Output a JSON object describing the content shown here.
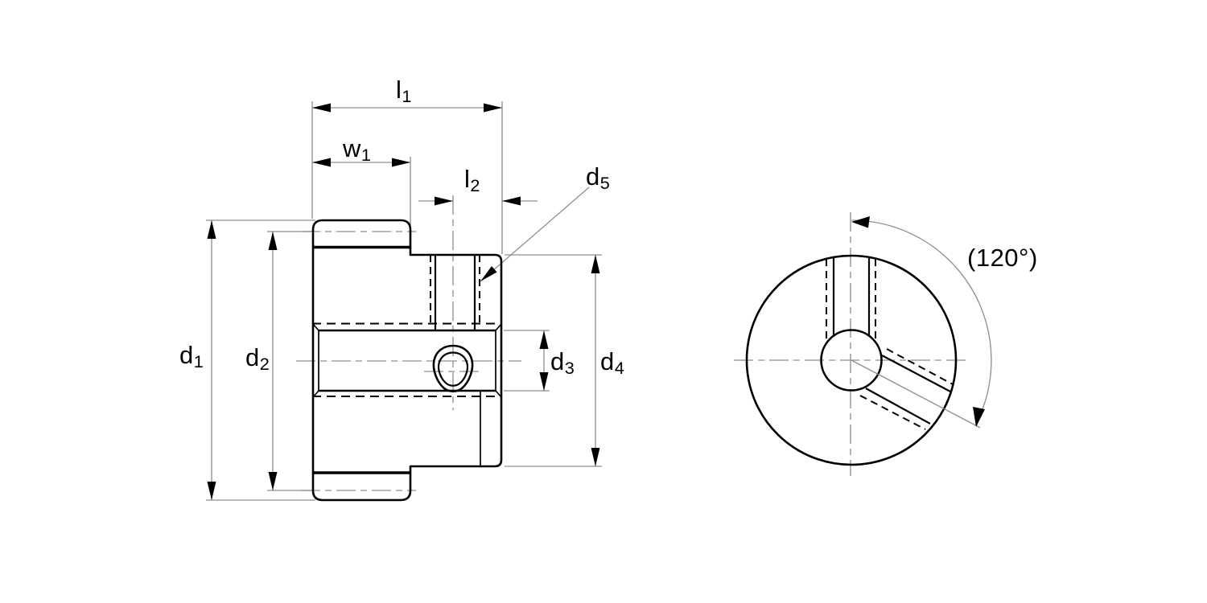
{
  "drawing_title": "gear-with-hub-technical-drawing",
  "labels": {
    "l1": {
      "base": "l",
      "sub": "1"
    },
    "w1": {
      "base": "w",
      "sub": "1"
    },
    "l2": {
      "base": "l",
      "sub": "2"
    },
    "d5": {
      "base": "d",
      "sub": "5"
    },
    "d1": {
      "base": "d",
      "sub": "1"
    },
    "d2": {
      "base": "d",
      "sub": "2"
    },
    "d3": {
      "base": "d",
      "sub": "3"
    },
    "d4": {
      "base": "d",
      "sub": "4"
    },
    "angle": "(120°)"
  },
  "colors": {
    "line": "#000000",
    "dimension": "#8d8d8d",
    "background": "#ffffff"
  }
}
